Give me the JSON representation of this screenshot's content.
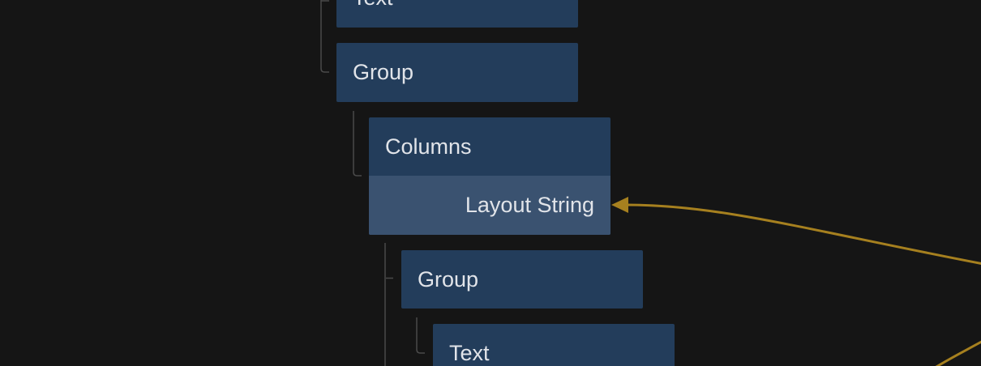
{
  "canvas": {
    "type": "node-graph-tree",
    "colors": {
      "background": "#151515",
      "node_fill": "#233D5B",
      "port_row_fill": "#3A5270",
      "node_text": "#E1E4E9",
      "tree_line": "#4A4A4A",
      "connection_wire": "#A6801F"
    }
  },
  "nodes": [
    {
      "label": "Text"
    },
    {
      "label": "Group"
    },
    {
      "label": "Columns",
      "port": {
        "label": "Layout String",
        "connected": true
      }
    },
    {
      "label": "Group"
    },
    {
      "label": "Text"
    }
  ]
}
